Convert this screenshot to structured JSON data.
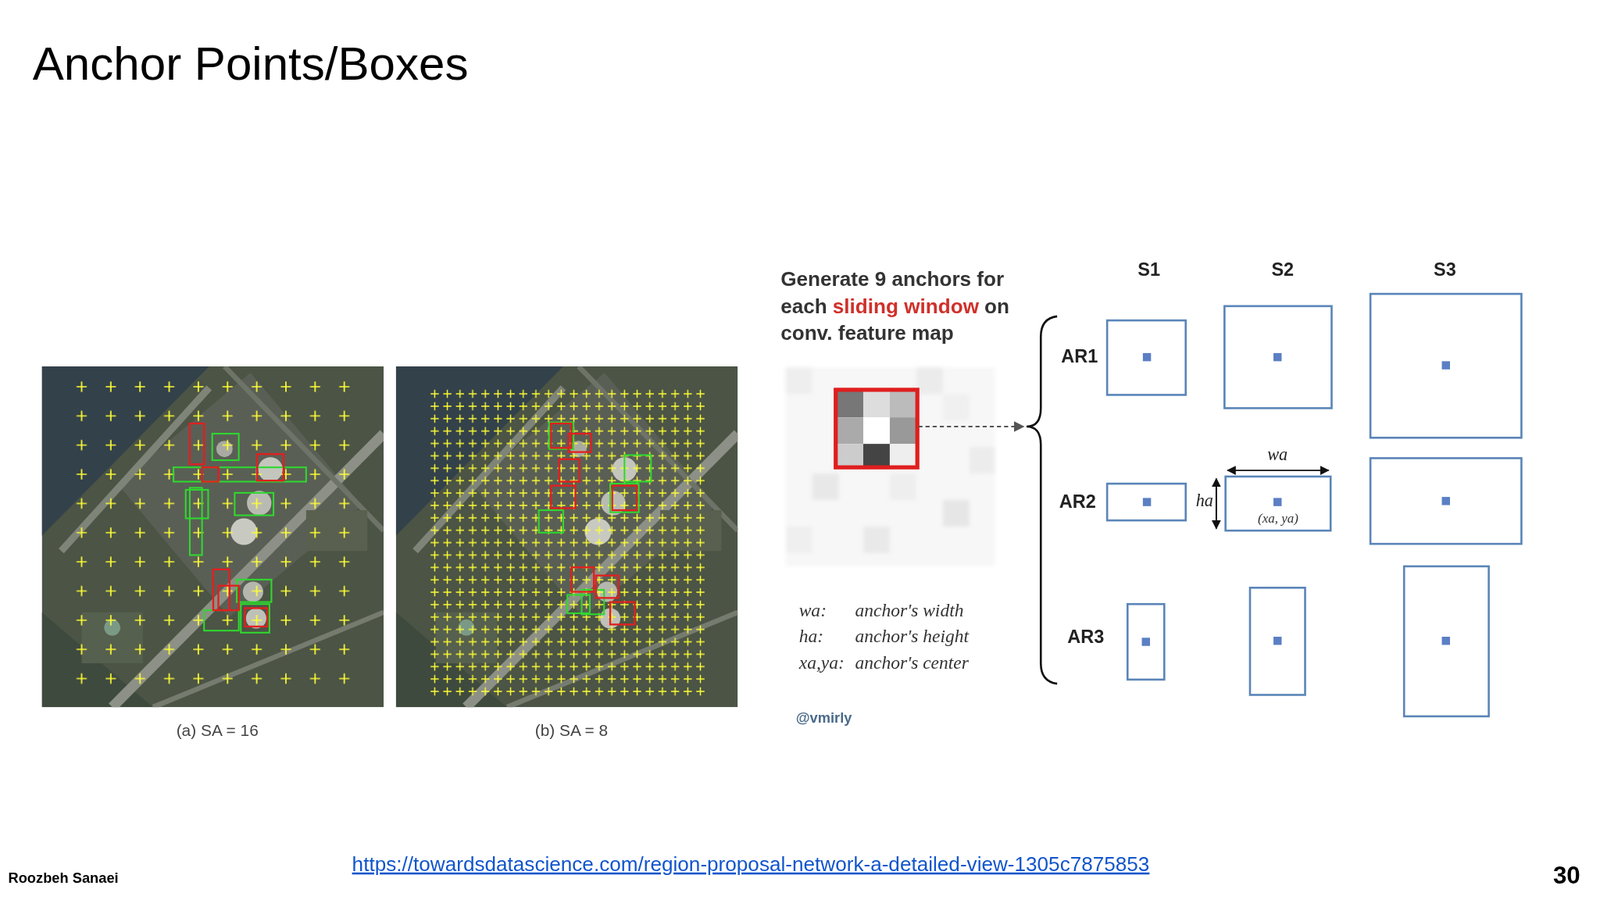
{
  "diagram": {
    "title": "Anchor Points/Boxes",
    "nodes": [
      {
        "text": [
          "(xa, ya)"
        ]
      }
    ],
    "labels": [
      "(a) SA = 16",
      "(b) SA = 8",
      "Generate 9 anchors for each",
      "sliding window",
      "on conv. feature map",
      "S1",
      "S2",
      "S3",
      "AR1",
      "AR2",
      "AR3",
      "wa",
      "ha",
      "wa:",
      "anchor's width",
      "ha:",
      "anchor's height",
      "xa,ya:",
      "anchor's center",
      "@vmirly",
      "Roozbeh Sanaei",
      "https://towardsdatascience.com/region-proposal-network-a-detailed-view-1305c7875853",
      "30"
    ]
  }
}
